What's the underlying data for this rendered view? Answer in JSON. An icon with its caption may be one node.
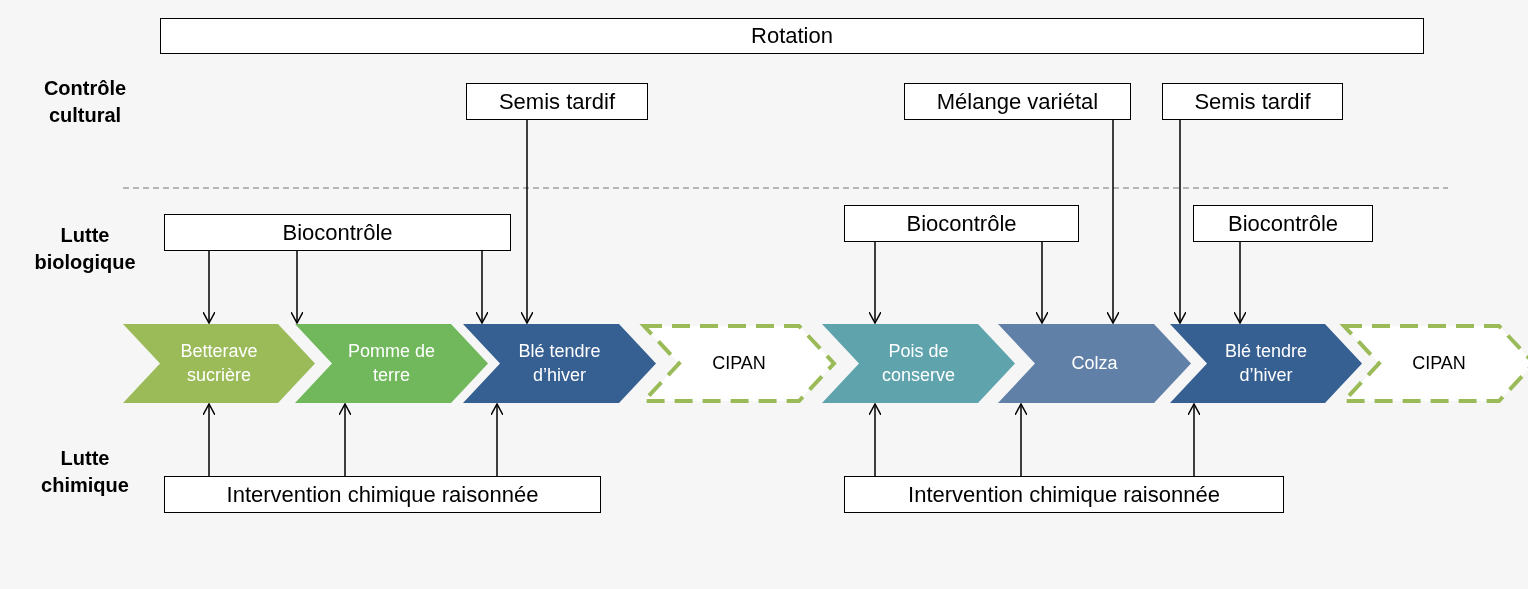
{
  "diagram": {
    "nodes": [
      {
        "text": [
          "Rotation"
        ]
      },
      {
        "text": [
          "Semis tardif"
        ]
      },
      {
        "text": [
          "Mélange variétal"
        ]
      },
      {
        "text": [
          "Semis tardif"
        ]
      },
      {
        "text": [
          "Biocontrôle"
        ]
      },
      {
        "text": [
          "Biocontrôle"
        ]
      },
      {
        "text": [
          "Biocontrôle"
        ]
      },
      {
        "text": [
          "Betterave sucrière"
        ]
      },
      {
        "text": [
          "Pomme de terre"
        ]
      },
      {
        "text": [
          "Blé tendre d’hiver"
        ]
      },
      {
        "text": [
          "CIPAN"
        ]
      },
      {
        "text": [
          "Pois de conserve"
        ]
      },
      {
        "text": [
          "Colza"
        ]
      },
      {
        "text": [
          "Blé tendre d’hiver"
        ]
      },
      {
        "text": [
          "CIPAN"
        ]
      },
      {
        "text": [
          "Intervention chimique raisonnée"
        ]
      },
      {
        "text": [
          "Intervention chimique raisonnée"
        ]
      }
    ],
    "edges": [
      {
        "from": 4,
        "to": 7,
        "arrow": "to"
      },
      {
        "from": 4,
        "to": 8,
        "arrow": "to"
      },
      {
        "from": 4,
        "to": 9,
        "arrow": "to"
      },
      {
        "from": 1,
        "to": 9,
        "arrow": "to"
      },
      {
        "from": 5,
        "to": 11,
        "arrow": "to"
      },
      {
        "from": 5,
        "to": 12,
        "arrow": "to"
      },
      {
        "from": 2,
        "to": 12,
        "arrow": "to"
      },
      {
        "from": 3,
        "to": 13,
        "arrow": "to"
      },
      {
        "from": 6,
        "to": 13,
        "arrow": "to"
      },
      {
        "from": 15,
        "to": 7,
        "arrow": "to"
      },
      {
        "from": 15,
        "to": 8,
        "arrow": "to"
      },
      {
        "from": 15,
        "to": 9,
        "arrow": "to"
      },
      {
        "from": 16,
        "to": 11,
        "arrow": "to"
      },
      {
        "from": 16,
        "to": 12,
        "arrow": "to"
      },
      {
        "from": 16,
        "to": 13,
        "arrow": "to"
      }
    ],
    "labels": [
      "Contrôle cultural",
      "Lutte biologique",
      "Lutte chimique"
    ]
  }
}
